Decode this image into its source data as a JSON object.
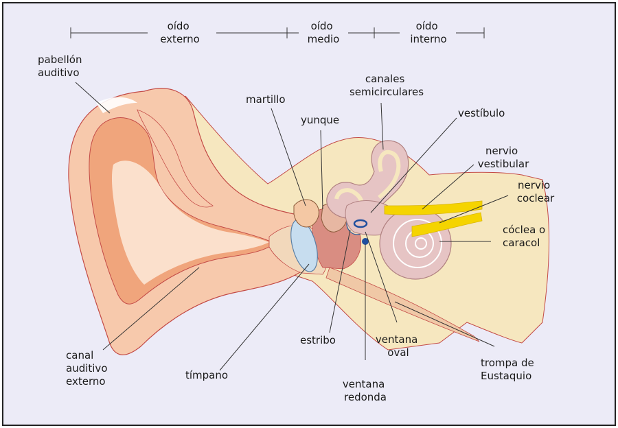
{
  "sections": {
    "outer": [
      "oído",
      "externo"
    ],
    "middle": [
      "oído",
      "medio"
    ],
    "inner": [
      "oído",
      "interno"
    ]
  },
  "labels": {
    "pinna": [
      "pabellón",
      "auditivo"
    ],
    "ear_canal": [
      "canal",
      "auditivo",
      "externo"
    ],
    "eardrum": [
      "tímpano"
    ],
    "malleus": [
      "martillo"
    ],
    "incus": [
      "yunque"
    ],
    "stapes": [
      "estribo"
    ],
    "semicircular_canals": [
      "canales",
      "semicirculares"
    ],
    "vestibule": [
      "vestíbulo"
    ],
    "vestibular_nerve": [
      "nervio",
      "vestibular"
    ],
    "cochlear_nerve": [
      "nervio",
      "coclear"
    ],
    "cochlea": [
      "cóclea o",
      "caracol"
    ],
    "eustachian_tube": [
      "trompa de",
      "Eustaquio"
    ],
    "oval_window": [
      "ventana",
      "oval"
    ],
    "round_window": [
      "ventana",
      "redonda"
    ]
  },
  "colors": {
    "background": "#ecebf7",
    "skin": "#f7c9ac",
    "skin_dark": "#f0a57c",
    "skin_light": "#fbe0cc",
    "head_tissue": "#f6e7bf",
    "bone_canal": "#f2d8bb",
    "inner_ear": "#e6c4c4",
    "eardrum": "#c7ddef",
    "nerve": "#f5d400",
    "outline": "#c34a46",
    "window": "#1f4f9e"
  }
}
